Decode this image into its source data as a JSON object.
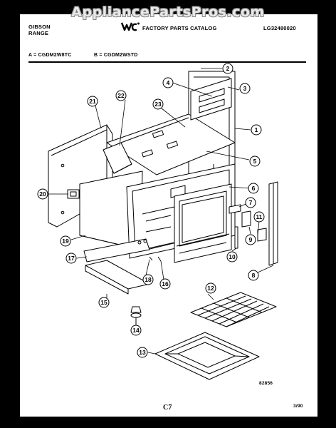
{
  "watermark": "AppliancePartsPros.com",
  "header": {
    "brand_line1": "GIBSON",
    "brand_line2": "RANGE",
    "catalog_title": "FACTORY PARTS CATALOG",
    "catalog_number": "LG32480020",
    "model_a": "A = CGDM2W8TC",
    "model_b": "B = CGDM2WSTD"
  },
  "part_labels": [
    "1",
    "2",
    "3",
    "4",
    "5",
    "6",
    "7",
    "8",
    "9",
    "10",
    "11",
    "12",
    "13",
    "14",
    "15",
    "16",
    "17",
    "18",
    "19",
    "20",
    "21",
    "22",
    "23"
  ],
  "footer": {
    "drawing_number": "82856",
    "page_code": "C7",
    "date": "3/90"
  },
  "colors": {
    "line": "#000000",
    "paper": "#ffffff",
    "frame": "#000000"
  }
}
